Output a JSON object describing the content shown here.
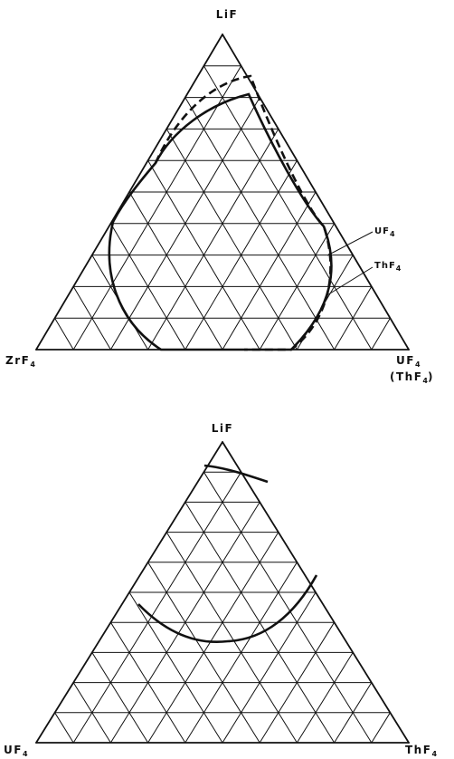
{
  "diagrams": [
    {
      "id": "top",
      "vertices": {
        "top": "LiF",
        "bottom_left": {
          "base": "ZrF",
          "sub": "4"
        },
        "bottom_right": {
          "base": "UF",
          "sub": "4"
        },
        "bottom_right_alt": {
          "open": "(ThF",
          "sub": "4",
          "close": ")"
        }
      },
      "curve_labels": {
        "solid": {
          "base": "UF",
          "sub": "4"
        },
        "dashed": {
          "base": "ThF",
          "sub": "4"
        }
      },
      "grid_divisions": 10,
      "curve_styles": {
        "solid": "solid",
        "dashed": "dashed"
      }
    },
    {
      "id": "bottom",
      "vertices": {
        "top": "LiF",
        "bottom_left": {
          "base": "UF",
          "sub": "4"
        },
        "bottom_right": {
          "base": "ThF",
          "sub": "4"
        }
      },
      "grid_divisions": 10
    }
  ],
  "colors": {
    "ink": "#111111",
    "background": "#ffffff"
  }
}
